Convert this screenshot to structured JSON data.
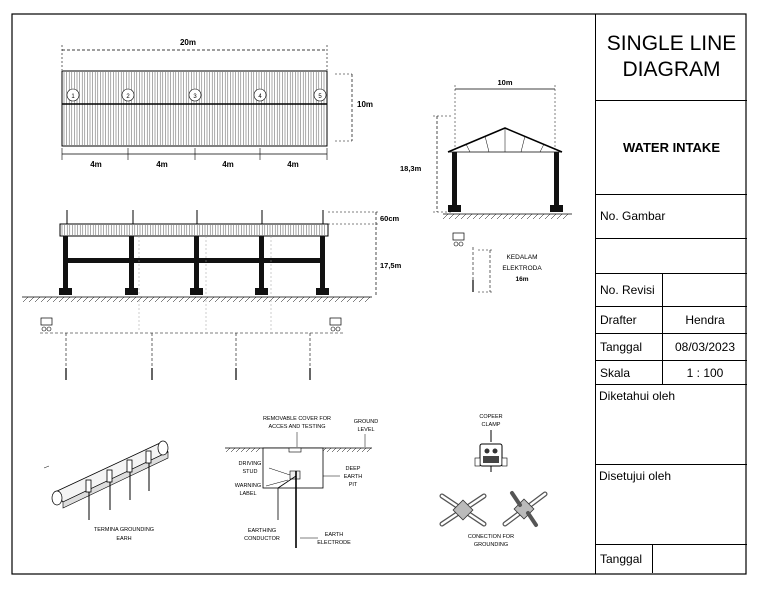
{
  "drawing": {
    "top_view": {
      "dim_length": "20m",
      "dim_width": "10m",
      "spacing": [
        "4m",
        "4m",
        "4m",
        "4m"
      ],
      "pole_numbers": [
        "1",
        "2",
        "3",
        "4",
        "5"
      ]
    },
    "front_view": {
      "dim_top": "60cm",
      "dim_height": "17,5m"
    },
    "side_view": {
      "dim_width": "10m",
      "dim_height": "18,3m",
      "electrode_note": [
        "KEDALAM",
        "ELEKTRODA",
        "16m"
      ]
    },
    "details": {
      "terminal_label": [
        "TERMINA GROUNDING",
        "EARH"
      ],
      "pit_labels": {
        "removable_cover": [
          "REMOVABLE COVER FOR",
          "ACCES AND TESTING"
        ],
        "ground_level": [
          "GROUND",
          "LEVEL"
        ],
        "driving_stud": [
          "DRIVING",
          "STUD"
        ],
        "deep_earth_pit": [
          "DEEP",
          "EARTH",
          "PIT"
        ],
        "warning_label": [
          "WARNING",
          "LABEL"
        ],
        "earthing_conductor": [
          "EARTHING",
          "CONDUCTOR"
        ],
        "earth_electrode": [
          "EARTH",
          "ELECTRODE"
        ]
      },
      "clamp_label": [
        "COPEER",
        "CLAMP"
      ],
      "connection_label": [
        "CONECTION FOR",
        "GROUNDING"
      ]
    }
  },
  "title_block": {
    "title_line1": "SINGLE LINE",
    "title_line2": "DIAGRAM",
    "project": "WATER INTAKE",
    "no_gambar_label": "No. Gambar",
    "no_revisi_label": "No. Revisi",
    "drafter_label": "Drafter",
    "drafter_value": "Hendra",
    "tanggal_label": "Tanggal",
    "tanggal_value": "08/03/2023",
    "skala_label": "Skala",
    "skala_value": "1 : 100",
    "diketahui_label": "Diketahui oleh",
    "disetujui_label": "Disetujui oleh",
    "tanggal_bottom_label": "Tanggal"
  }
}
